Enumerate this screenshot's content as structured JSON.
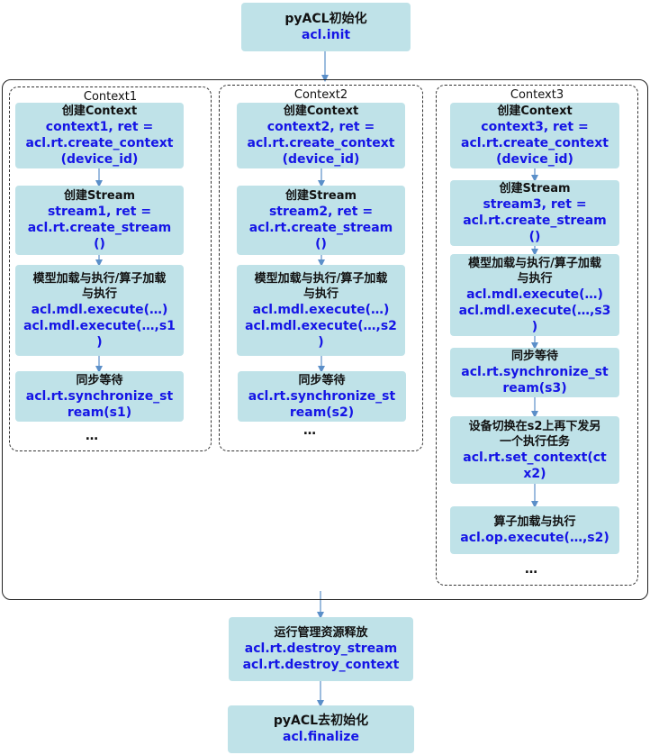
{
  "init": {
    "title": "pyACL初始化",
    "code": "acl.init"
  },
  "contexts": [
    {
      "label": "Context1",
      "steps": [
        {
          "title": "创建Context",
          "code": [
            "context1, ret =",
            "acl.rt.create_context",
            "(device_id)"
          ]
        },
        {
          "title": "创建Stream",
          "code": [
            "stream1, ret =",
            "acl.rt.create_stream",
            "()"
          ]
        },
        {
          "title": "模型加载与执行/算子加载\n与执行",
          "code": [
            "acl.mdl.execute(…)",
            "acl.mdl.execute(…,s1",
            ")"
          ]
        },
        {
          "title": "同步等待",
          "code": [
            "acl.rt.synchronize_st",
            "ream(s1)"
          ]
        }
      ],
      "ellipsis": "…"
    },
    {
      "label": "Context2",
      "steps": [
        {
          "title": "创建Context",
          "code": [
            "context2, ret =",
            "acl.rt.create_context",
            "(device_id)"
          ]
        },
        {
          "title": "创建Stream",
          "code": [
            "stream2, ret =",
            "acl.rt.create_stream",
            "()"
          ]
        },
        {
          "title": "模型加载与执行/算子加载\n与执行",
          "code": [
            "acl.mdl.execute(…)",
            "acl.mdl.execute(…,s2",
            ")"
          ]
        },
        {
          "title": "同步等待",
          "code": [
            "acl.rt.synchronize_st",
            "ream(s2)"
          ]
        }
      ],
      "ellipsis": "…"
    },
    {
      "label": "Context3",
      "steps": [
        {
          "title": "创建Context",
          "code": [
            "context3, ret =",
            "acl.rt.create_context",
            "(device_id)"
          ]
        },
        {
          "title": "创建Stream",
          "code": [
            "stream3, ret =",
            "acl.rt.create_stream",
            "()"
          ]
        },
        {
          "title": "模型加载与执行/算子加载\n与执行",
          "code": [
            "acl.mdl.execute(…)",
            "acl.mdl.execute(…,s3",
            ")"
          ]
        },
        {
          "title": "同步等待",
          "code": [
            "acl.rt.synchronize_st",
            "ream(s3)"
          ]
        },
        {
          "title": "设备切换在s2上再下发另\n一个执行任务",
          "code": [
            "acl.rt.set_context(ct",
            "x2)"
          ]
        },
        {
          "title": "算子加载与执行",
          "code": [
            "acl.op.execute(…,s2)"
          ]
        }
      ],
      "ellipsis": "…"
    }
  ],
  "release": {
    "title": "运行管理资源释放",
    "code": [
      "acl.rt.destroy_stream",
      "acl.rt.destroy_context"
    ]
  },
  "finalize": {
    "title": "pyACL去初始化",
    "code": "acl.finalize"
  },
  "colors": {
    "box": "#bfe2e8",
    "code_text": "#1515e6",
    "arrow": "#5b8fc9"
  }
}
